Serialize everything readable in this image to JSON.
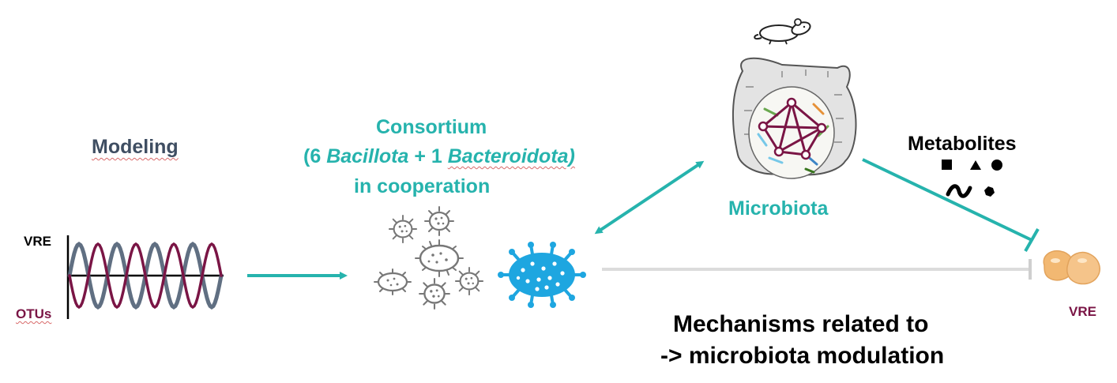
{
  "modeling": {
    "title": "Modeling",
    "y_label": "VRE",
    "x_label": "OTUs"
  },
  "consortium": {
    "line1": "Consortium",
    "line2_pre": "(6 ",
    "line2_bacillota": "Bacillota",
    "line2_mid": " + 1 ",
    "line2_bacteroidota": "Bacteroidota)",
    "line3": "in cooperation"
  },
  "microbiota": {
    "label": "Microbiota"
  },
  "metabolites": {
    "label": "Metabolites"
  },
  "target": {
    "label": "VRE"
  },
  "mechanisms": {
    "line1": "Mechanisms related to",
    "line2": "-> microbiota modulation"
  },
  "colors": {
    "teal": "#26b3ad",
    "maroon": "#7a1545",
    "slate": "#4f5f74",
    "bacteria_gray": "#777777",
    "bacteria_blue": "#1ea6e0",
    "vre_orange": "#f2b872"
  },
  "icons": [
    "sine-wave-plot",
    "gray-bacteria-cluster",
    "blue-bacterium-icon",
    "mouse-icon",
    "gut-network-icon",
    "metabolite-shapes",
    "vre-cells-icon"
  ]
}
